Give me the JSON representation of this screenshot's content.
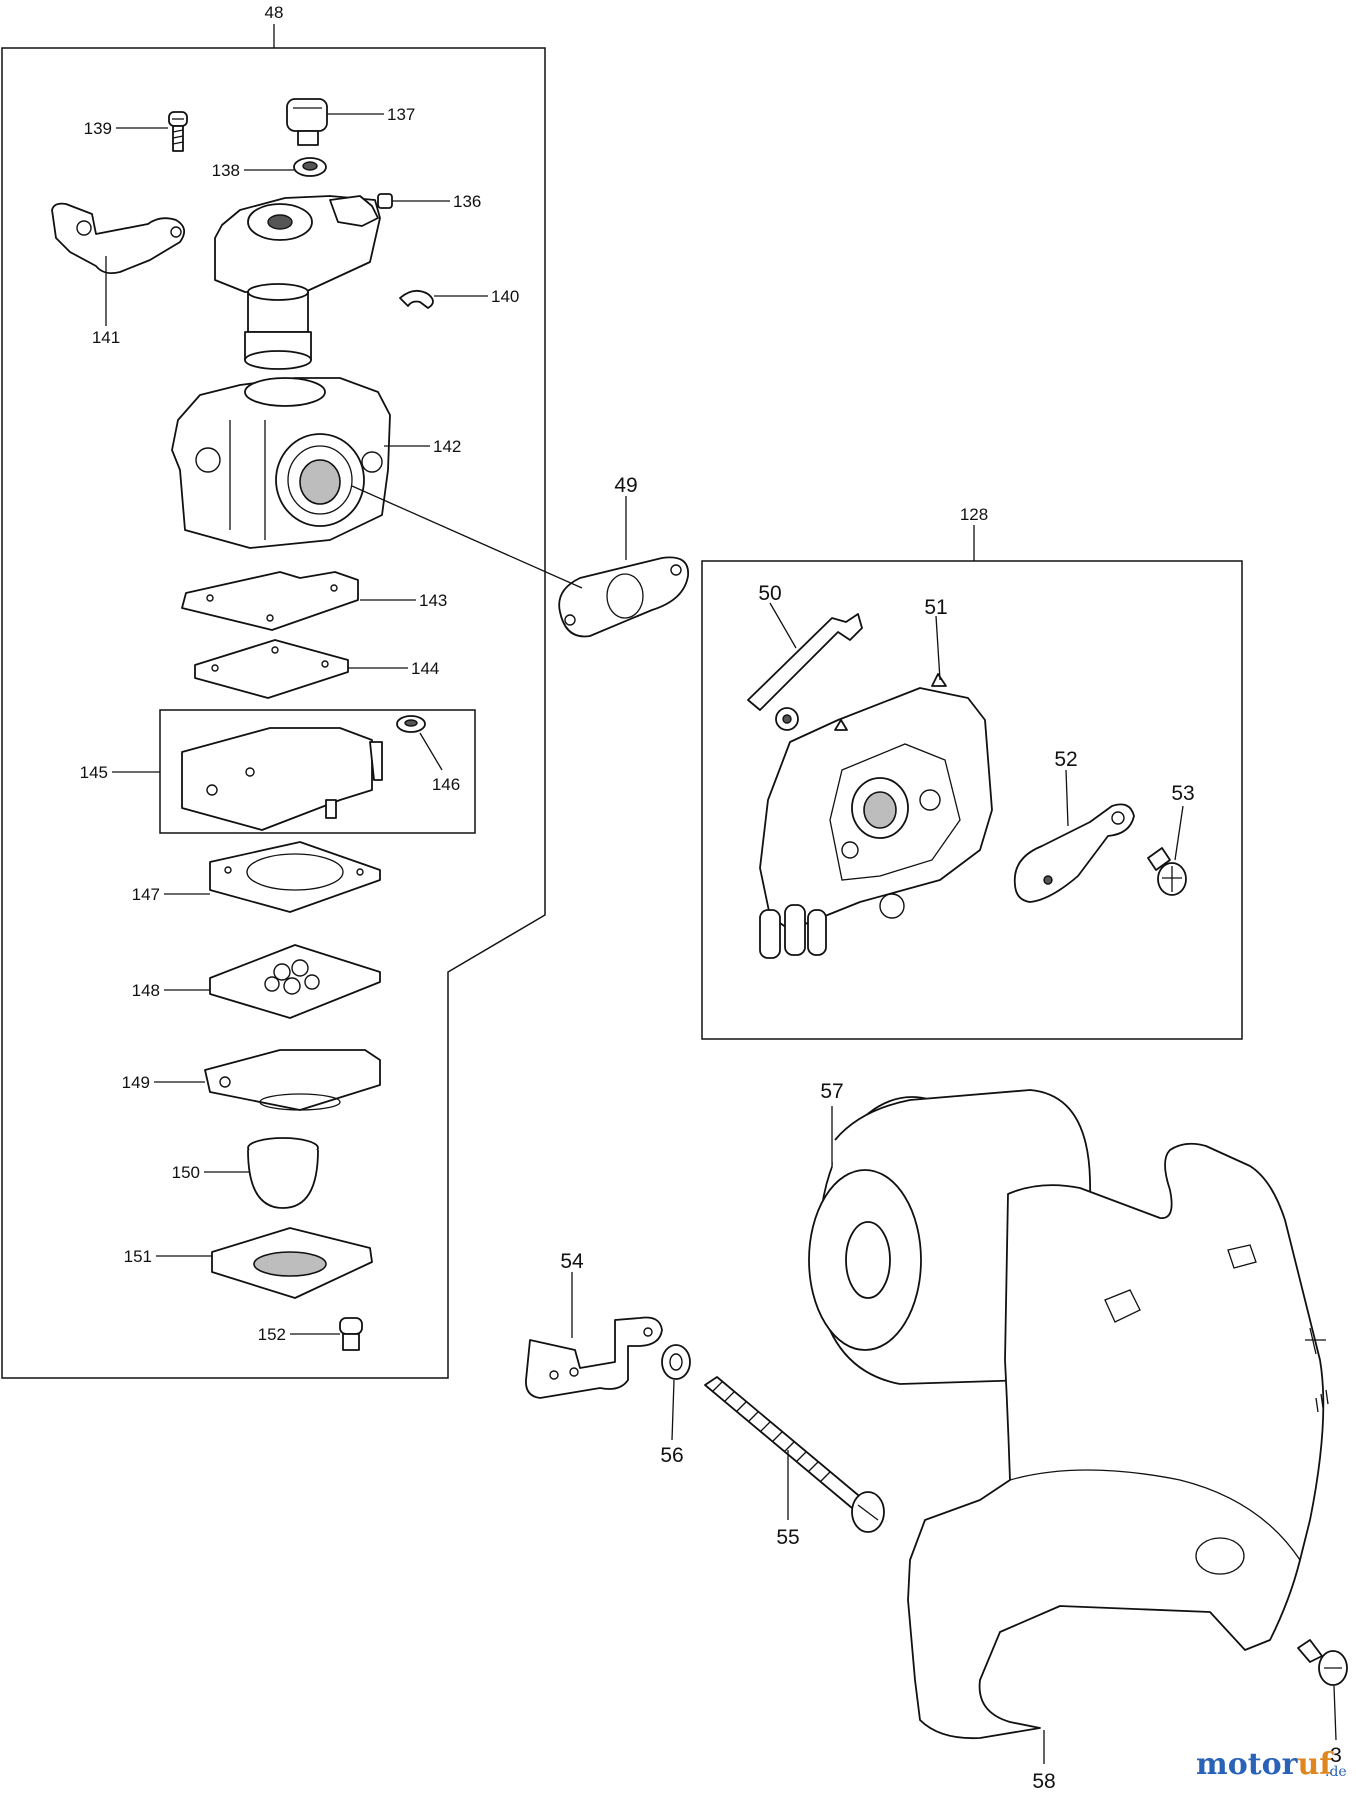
{
  "assemblies": [
    {
      "label": "48"
    },
    {
      "label": "128"
    }
  ],
  "callouts": {
    "n3": "3",
    "n48": "48",
    "n49": "49",
    "n50": "50",
    "n51": "51",
    "n52": "52",
    "n53": "53",
    "n54": "54",
    "n55": "55",
    "n56": "56",
    "n57": "57",
    "n58": "58",
    "n128": "128",
    "n136": "136",
    "n137": "137",
    "n138": "138",
    "n139": "139",
    "n140": "140",
    "n141": "141",
    "n142": "142",
    "n143": "143",
    "n144": "144",
    "n145": "145",
    "n146": "146",
    "n147": "147",
    "n148": "148",
    "n149": "149",
    "n150": "150",
    "n151": "151",
    "n152": "152"
  },
  "watermark": {
    "text_a": "motor",
    "text_b": "uf",
    "suffix": ".de"
  }
}
